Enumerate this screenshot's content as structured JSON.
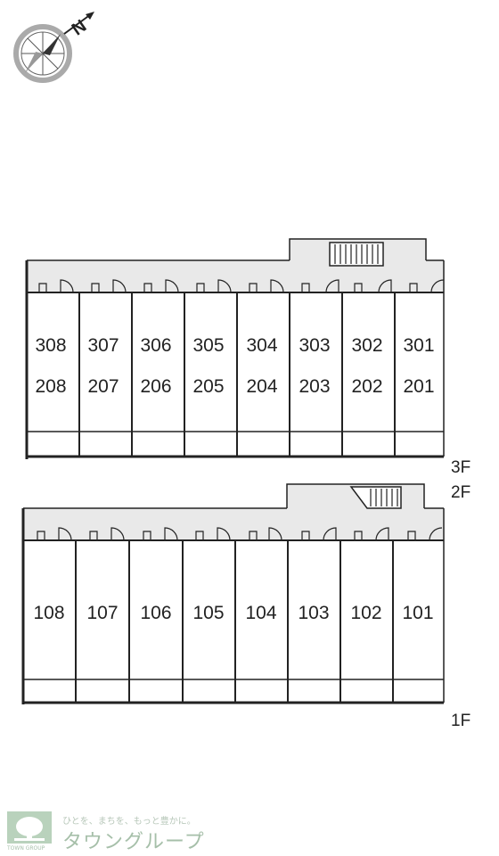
{
  "compass": {
    "north_label": "N"
  },
  "floors": [
    {
      "name": "upper",
      "labels": [
        "3F",
        "2F"
      ],
      "rooms": [
        {
          "top": "308",
          "bottom": "208"
        },
        {
          "top": "307",
          "bottom": "207"
        },
        {
          "top": "306",
          "bottom": "206"
        },
        {
          "top": "305",
          "bottom": "205"
        },
        {
          "top": "304",
          "bottom": "204"
        },
        {
          "top": "303",
          "bottom": "203"
        },
        {
          "top": "302",
          "bottom": "202"
        },
        {
          "top": "301",
          "bottom": "201"
        }
      ]
    },
    {
      "name": "ground",
      "labels": [
        "1F"
      ],
      "rooms": [
        {
          "top": "108"
        },
        {
          "top": "107"
        },
        {
          "top": "106"
        },
        {
          "top": "105"
        },
        {
          "top": "104"
        },
        {
          "top": "103"
        },
        {
          "top": "102"
        },
        {
          "top": "101"
        }
      ]
    }
  ],
  "branding": {
    "tagline": "ひとを、まちを、もっと豊かに。",
    "name": "タウングループ",
    "small": "TOWN GROUP"
  },
  "colors": {
    "corridor": "#e9e9e9",
    "wall": "#222222",
    "logo": "#a6bfa9"
  }
}
